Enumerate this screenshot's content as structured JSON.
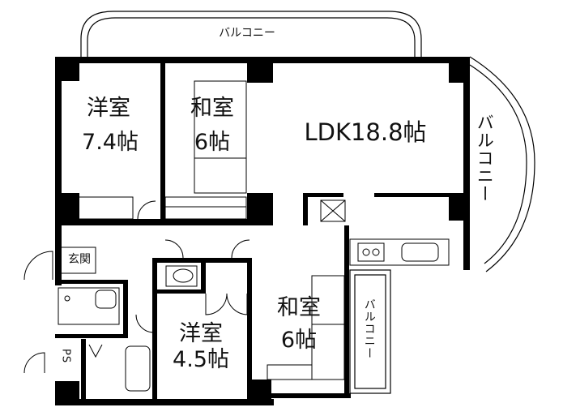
{
  "rooms": {
    "western_1": {
      "name": "洋室",
      "size": "7.4帖"
    },
    "japanese_1": {
      "name": "和室",
      "size": "6帖"
    },
    "ldk": {
      "name": "LDK18.8帖"
    },
    "japanese_2": {
      "name": "和室",
      "size": "6帖"
    },
    "western_2": {
      "name": "洋室",
      "size": "4.5帖"
    },
    "entrance": {
      "name": "玄関"
    },
    "ps": {
      "name": "PS"
    }
  },
  "balconies": {
    "top": "バルコニー",
    "right": "バルコニー",
    "small": "バルコニー"
  }
}
